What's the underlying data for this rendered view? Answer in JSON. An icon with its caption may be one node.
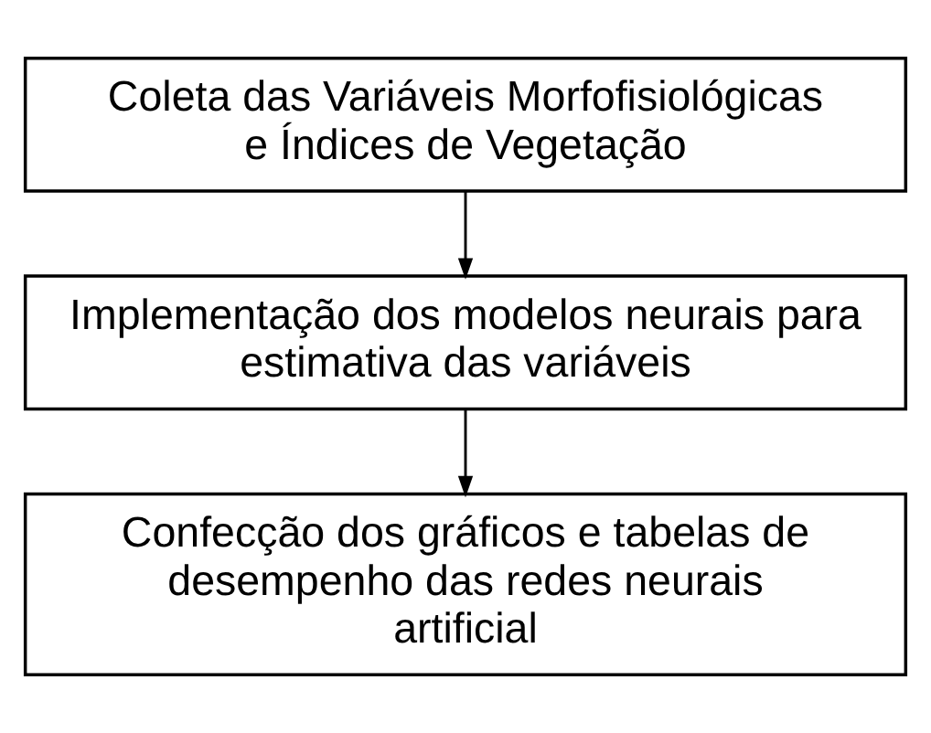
{
  "diagram": {
    "nodes": [
      {
        "text": [
          "Coleta das Variáveis Morfofisiológicas e Índices de Vegetação"
        ]
      },
      {
        "text": [
          "Implementação dos modelos neurais para estimativa das variáveis"
        ]
      },
      {
        "text": [
          "Confecção dos gráficos e tabelas de desempenho das redes neurais artificial"
        ]
      }
    ],
    "edges": [
      {
        "from": 0,
        "to": 1,
        "arrow": "to"
      },
      {
        "from": 1,
        "to": 2,
        "arrow": "to"
      }
    ]
  }
}
